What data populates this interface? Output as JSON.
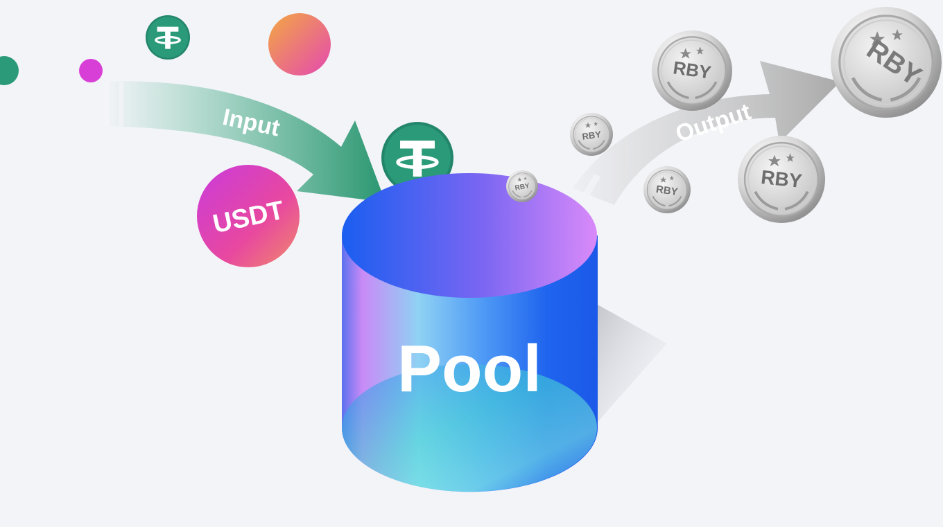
{
  "diagram": {
    "pool_label": "Pool",
    "input_label": "Input",
    "output_label": "Output",
    "input_coin_label": "USDT",
    "output_coin_label": "RBY",
    "tether_icon": "tether-icon",
    "colors": {
      "background": "#f3f4f8",
      "tether_green": "#26a17b",
      "usdt_pink": "#e040c0",
      "pool_blue": "#1e5ff0",
      "pool_violet": "#d58af7",
      "pool_cyan": "#3ee6d0",
      "coin_silver": "#c9c9c9",
      "arrow_input": "#3aa880",
      "arrow_output": "#bdbdbd"
    }
  }
}
